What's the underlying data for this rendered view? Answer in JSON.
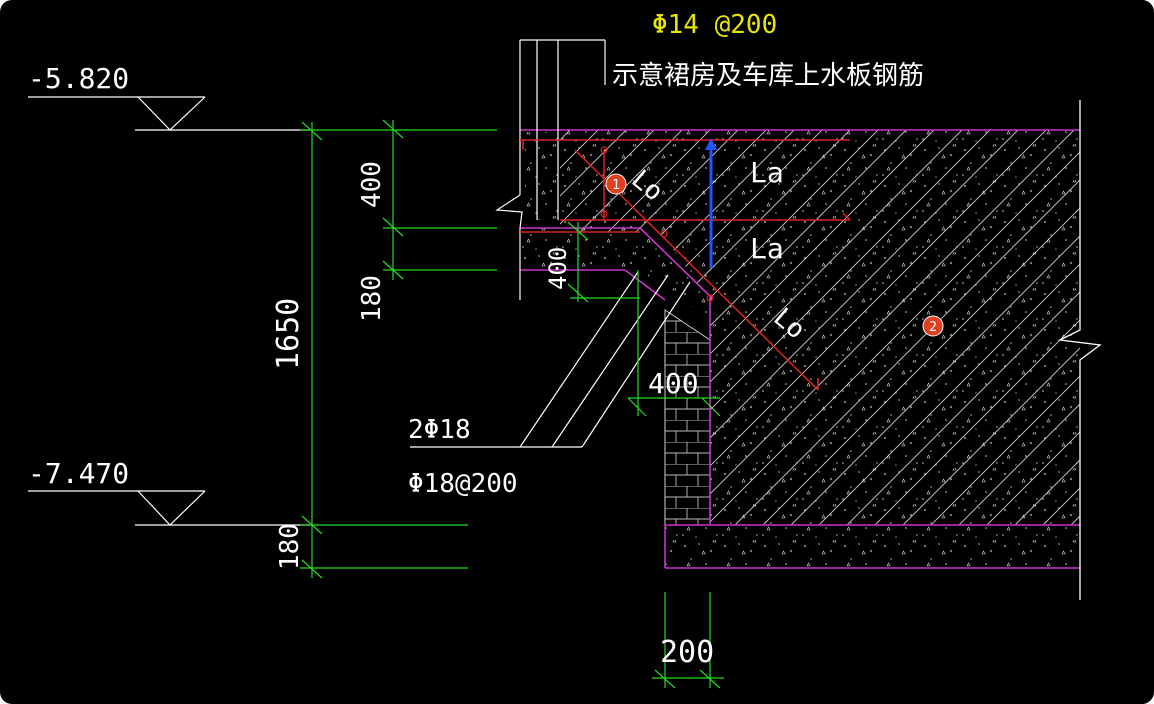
{
  "drawing": {
    "title_rebar": "Φ14 @200",
    "title_desc": "示意裙房及车库上水板钢筋",
    "elev_top": "-5.820",
    "elev_bottom": "-7.470",
    "dim_400_a": "400",
    "dim_180_a": "180",
    "dim_1650": "1650",
    "dim_400_b": "400",
    "dim_400_c": "400",
    "dim_180_b": "180",
    "dim_200": "200",
    "label_la_1": "La",
    "label_la_2": "La",
    "label_lo_1": "Lo",
    "label_lo_2": "Lo",
    "label_2phi18": "2Φ18",
    "label_phi18_200": "Φ18@200",
    "marker_1": "1",
    "marker_2": "2"
  },
  "colors": {
    "background": "#000000",
    "dimension": "#22dd22",
    "slab_edge": "#cc33cc",
    "rebar": "#dd2222",
    "arrow": "#2255ff",
    "text": "#ffffff",
    "title": "#e6e600",
    "marker": "#e04020"
  }
}
